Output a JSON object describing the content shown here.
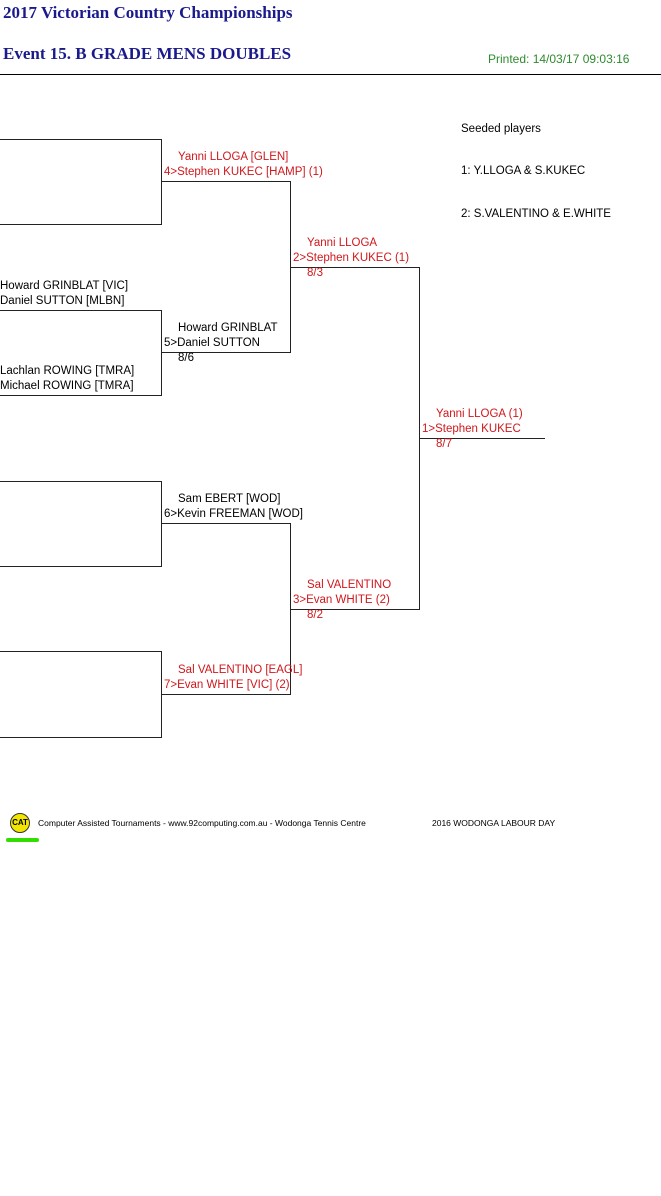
{
  "header": {
    "championship": "2017 Victorian Country Championships",
    "event": "Event 15. B GRADE MENS DOUBLES",
    "printed": "Printed: 14/03/17 09:03:16"
  },
  "seeds": {
    "heading": "Seeded players",
    "items": [
      "1: Y.LLOGA & S.KUKEC",
      "2: S.VALENTINO & E.WHITE"
    ]
  },
  "round1": {
    "howard": "Howard GRINBLAT [VIC]",
    "daniel": "Daniel SUTTON [MLBN]",
    "lachlan": "Lachlan ROWING [TMRA]",
    "michael": "Michael ROWING [TMRA]"
  },
  "round2": {
    "m1_p1": "Yanni LLOGA [GLEN]",
    "m1_p2": "4>Stephen KUKEC [HAMP] (1)",
    "m2_p1": "Howard GRINBLAT",
    "m2_p2": "5>Daniel SUTTON",
    "m2_score": "8/6",
    "m3_p1": "Sam EBERT [WOD]",
    "m3_p2": "6>Kevin FREEMAN [WOD]",
    "m4_p1": "Sal VALENTINO [EAGL]",
    "m4_p2": "7>Evan WHITE [VIC] (2)"
  },
  "semis": {
    "s1_p1": "Yanni LLOGA",
    "s1_p2": "2>Stephen KUKEC (1)",
    "s1_score": "8/3",
    "s2_p1": "Sal VALENTINO",
    "s2_p2": "3>Evan WHITE (2)",
    "s2_score": "8/2"
  },
  "final": {
    "p1": "Yanni LLOGA (1)",
    "p2": "1>Stephen KUKEC",
    "score": "8/7"
  },
  "footer": {
    "logo": "CAT",
    "credit": "Computer Assisted Tournaments - www.92computing.com.au -  Wodonga Tennis Centre",
    "tournament": "2016 WODONGA LABOUR DAY"
  }
}
